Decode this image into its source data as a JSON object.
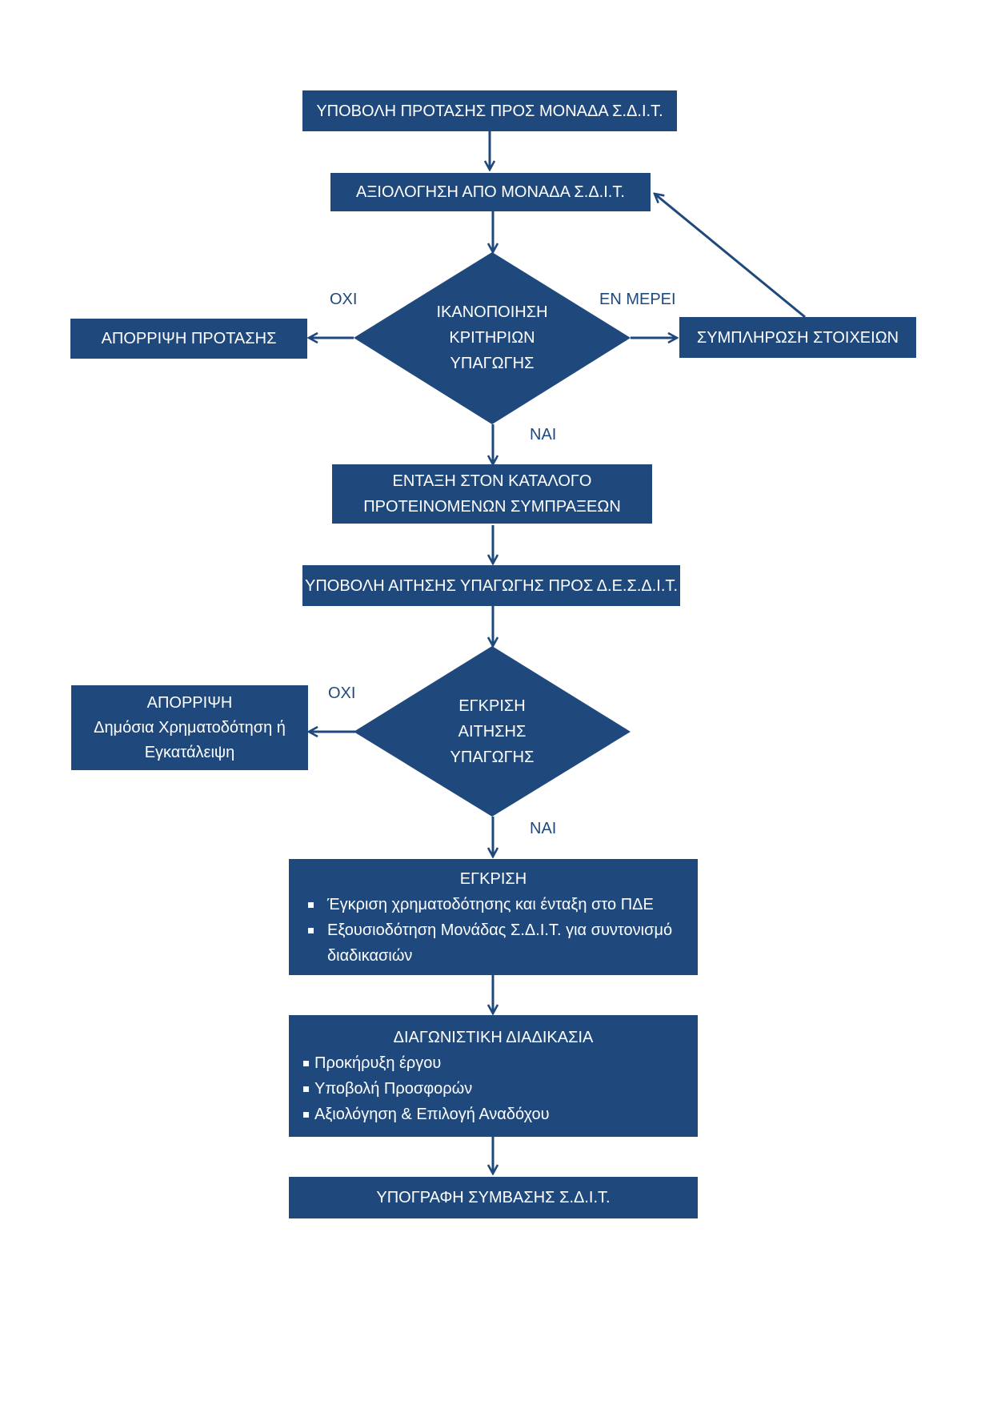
{
  "colors": {
    "box_fill": "#1f497d",
    "text_on_box": "#ffffff",
    "arrow": "#1f497d",
    "label": "#1f497d"
  },
  "steps": {
    "submit_proposal": "ΥΠΟΒΟΛΗ ΠΡΟΤΑΣΗΣ ΠΡΟΣ ΜΟΝΑΔΑ Σ.Δ.Ι.Τ.",
    "evaluation": "ΑΞΙΟΛΟΓΗΣΗ ΑΠΟ ΜΟΝΑΔΑ Σ.Δ.Ι.Τ.",
    "reject_proposal": "ΑΠΟΡΡΙΨΗ ΠΡΟΤΑΣΗΣ",
    "complete_data": "ΣΥΜΠΛΗΡΩΣΗ ΣΤΟΙΧΕΙΩΝ",
    "catalog_line1": "ΕΝΤΑΞΗ ΣΤΟΝ ΚΑΤΑΛΟΓΟ",
    "catalog_line2": "ΠΡΟΤΕΙΝΟΜΕΝΩΝ ΣΥΜΠΡΑΞΕΩΝ",
    "submit_application": "ΥΠΟΒΟΛΗ ΑΙΤΗΣΗΣ ΥΠΑΓΩΓΗΣ ΠΡΟΣ Δ.Ε.Σ.Δ.Ι.Τ.",
    "reject2_line1": "ΑΠΟΡΡΙΨΗ",
    "reject2_line2": "Δημόσια Χρηματοδότηση ή",
    "reject2_line3": "Εγκατάλειψη",
    "approval_title": "ΕΓΚΡΙΣΗ",
    "approval_items": [
      "Έγκριση χρηματοδότησης και ένταξη στο ΠΔΕ",
      "Εξουσιοδότηση Μονάδας Σ.Δ.Ι.Τ. για συντονισμό διαδικασιών"
    ],
    "tender_title": "ΔΙΑΓΩΝΙΣΤΙΚΗ ΔΙΑΔΙΚΑΣΙΑ",
    "tender_items": [
      "Προκήρυξη έργου",
      "Υποβολή Προσφορών",
      "Αξιολόγηση & Επιλογή Αναδόχου"
    ],
    "contract": "ΥΠΟΓΡΑΦΗ ΣΥΜΒΑΣΗΣ Σ.Δ.Ι.Τ."
  },
  "decisions": {
    "criteria": [
      "ΙΚΑΝΟΠΟΙΗΣΗ",
      "ΚΡΙΤΗΡΙΩΝ",
      "ΥΠΑΓΩΓΗΣ"
    ],
    "approval": [
      "ΕΓΚΡΙΣΗ",
      "ΑΙΤΗΣΗΣ",
      "ΥΠΑΓΩΓΗΣ"
    ]
  },
  "labels": {
    "no_1": "ΟΧΙ",
    "partial": "ΕΝ ΜΕΡΕΙ",
    "yes_1": "ΝΑΙ",
    "no_2": "ΟΧΙ",
    "yes_2": "ΝΑΙ"
  }
}
